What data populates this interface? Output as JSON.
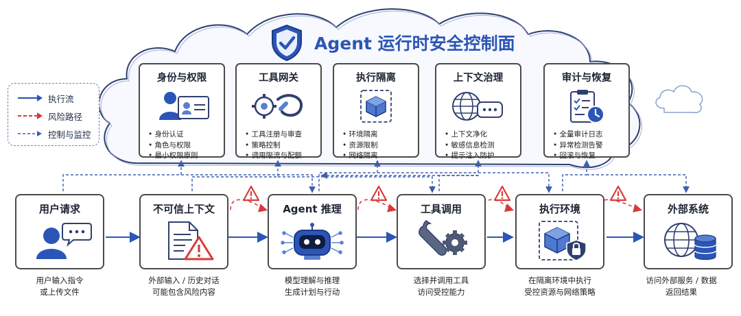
{
  "title": "Agent 运行时安全控制面",
  "icons": {
    "title": "shield-check-icon",
    "identity": "id-card-user-icon",
    "gateway": "gear-pipe-icon",
    "isolation": "cube-icon",
    "context": "globe-chat-icon",
    "audit": "clipboard-clock-icon",
    "user": "user-chat-icon",
    "untrusted": "document-warning-icon",
    "reasoning": "robot-icon",
    "tool": "wrench-gear-icon",
    "env": "cube-lock-icon",
    "external": "globe-database-icon",
    "risk": "warning-triangle-icon"
  },
  "colors": {
    "primary": "#2b55b7",
    "risk": "#d83a3a",
    "control": "#3d5fb0",
    "border": "#4a4a4a"
  },
  "legend": [
    {
      "label": "执行流",
      "style": "solid-blue"
    },
    {
      "label": "风险路径",
      "style": "dashed-red"
    },
    {
      "label": "控制与监控",
      "style": "dashed-blue"
    }
  ],
  "controls": [
    {
      "title": "身份与权限",
      "items": [
        "身份认证",
        "角色与权限",
        "最小权限原则"
      ]
    },
    {
      "title": "工具网关",
      "items": [
        "工具注册与审查",
        "策略控制",
        "调用限流与配额"
      ]
    },
    {
      "title": "执行隔离",
      "items": [
        "环境隔离",
        "资源限制",
        "网络隔离"
      ]
    },
    {
      "title": "上下文治理",
      "items": [
        "上下文净化",
        "敏感信息检测",
        "提示注入防护"
      ]
    },
    {
      "title": "审计与恢复",
      "items": [
        "全量审计日志",
        "异常检测告警",
        "回滚与恢复"
      ]
    }
  ],
  "flow": [
    {
      "title": "用户请求",
      "caption": [
        "用户输入指令",
        "或上传文件"
      ]
    },
    {
      "title": "不可信上下文",
      "caption": [
        "外部输入 / 历史对话",
        "可能包含风险内容"
      ]
    },
    {
      "title": "Agent 推理",
      "caption": [
        "模型理解与推理",
        "生成计划与行动"
      ]
    },
    {
      "title": "工具调用",
      "caption": [
        "选择并调用工具",
        "访问受控能力"
      ]
    },
    {
      "title": "执行环境",
      "caption": [
        "在隔离环境中执行",
        "受控资源与网络策略"
      ]
    },
    {
      "title": "外部系统",
      "caption": [
        "访问外部服务 / 数据",
        "返回结果"
      ]
    }
  ]
}
